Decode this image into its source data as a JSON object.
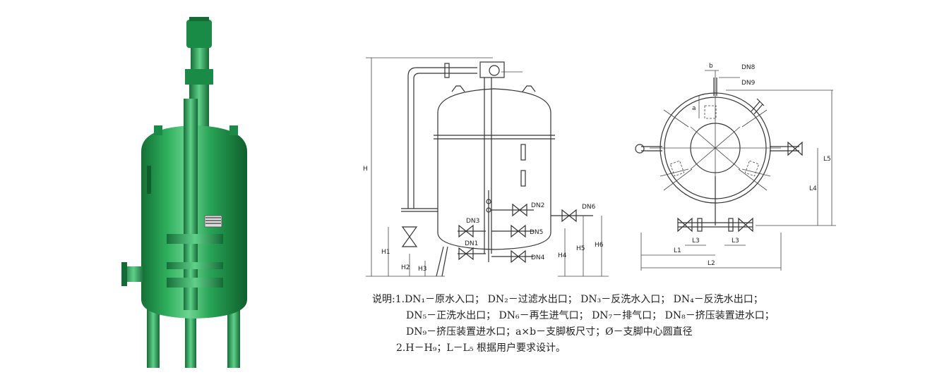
{
  "elevation_labels": {
    "dn2": "DN2",
    "dn3": "DN3",
    "dn1": "DN1",
    "dn4": "DN4",
    "dn5": "DN5",
    "dn6": "DN6",
    "h": "H",
    "h1": "H1",
    "h2": "H2",
    "h3": "H3",
    "h4": "H4",
    "h5": "H5",
    "h6": "H6"
  },
  "plan_labels": {
    "dn8": "DN8",
    "dn9": "DN9",
    "a": "a",
    "b": "b",
    "l1": "L1",
    "l2": "L2",
    "l3a": "L3",
    "l3b": "L3",
    "l4": "L4",
    "l5": "L5"
  },
  "notes": {
    "row1": "说明:1.DN₁－原水入口；   DN₂－过滤水出口；  DN₃－反洗水入口；  DN₄－反洗水出口；",
    "row2": "DN₅－正洗水出口；   DN₆－再生进气口；  DN₇－排气口；    DN₈－挤压装置进水口；",
    "row3": "DN₉－挤压装置进水口；a×b－支脚板尺寸；Ø－支脚中心圆直径",
    "row4": "2.H－H₉；L－L₅ 根据用户要求设计。"
  },
  "colors": {
    "tank_green": "#1f9a4e",
    "tank_dark": "#146b35",
    "tank_light": "#5cc47f"
  }
}
